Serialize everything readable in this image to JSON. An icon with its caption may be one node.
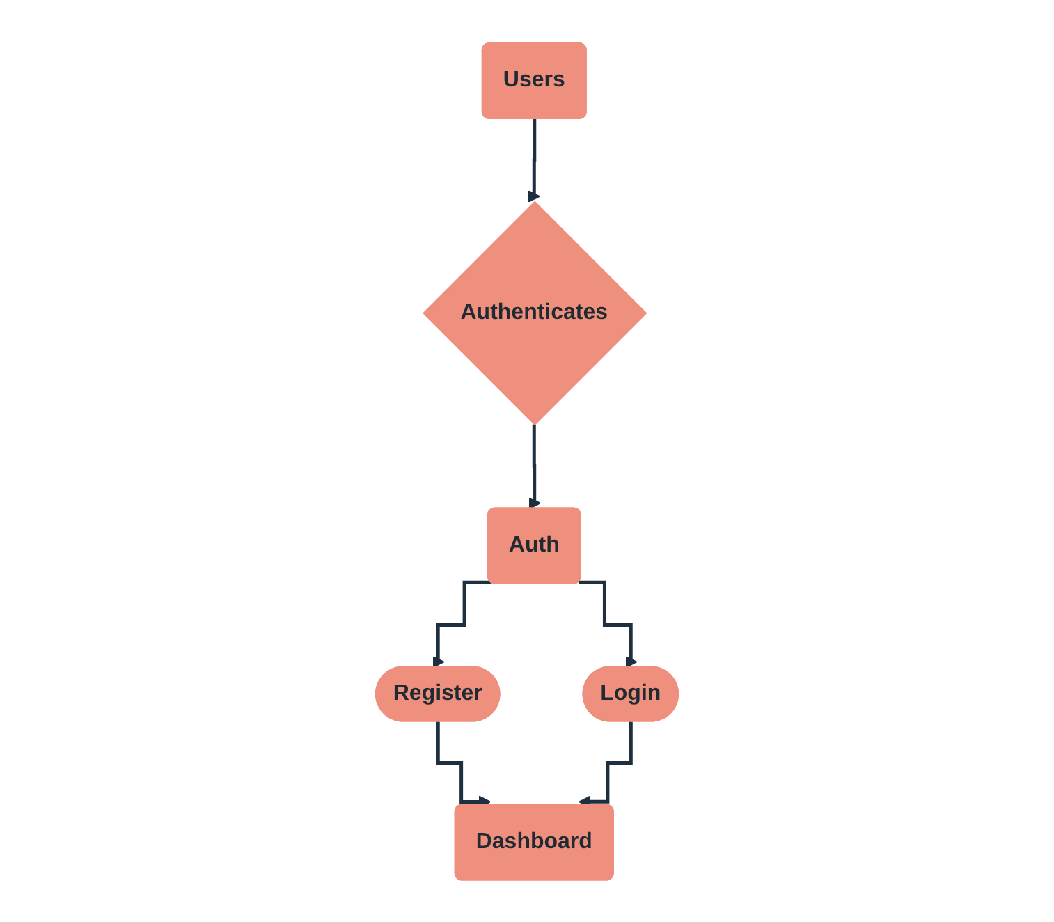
{
  "diagram": {
    "nodes": [
      {
        "text": [
          "Users"
        ]
      },
      {
        "text": [
          "Authenticates"
        ]
      },
      {
        "text": [
          "Auth"
        ]
      },
      {
        "text": [
          "Register"
        ]
      },
      {
        "text": [
          "Login"
        ]
      },
      {
        "text": [
          "Dashboard"
        ]
      }
    ],
    "edges": [
      {
        "from": 0,
        "to": 1,
        "arrow": "to"
      },
      {
        "from": 1,
        "to": 2,
        "arrow": "to"
      },
      {
        "from": 2,
        "to": 3,
        "arrow": "to"
      },
      {
        "from": 2,
        "to": 4,
        "arrow": "to"
      },
      {
        "from": 3,
        "to": 5,
        "arrow": "to"
      },
      {
        "from": 4,
        "to": 5,
        "arrow": "to"
      }
    ]
  }
}
